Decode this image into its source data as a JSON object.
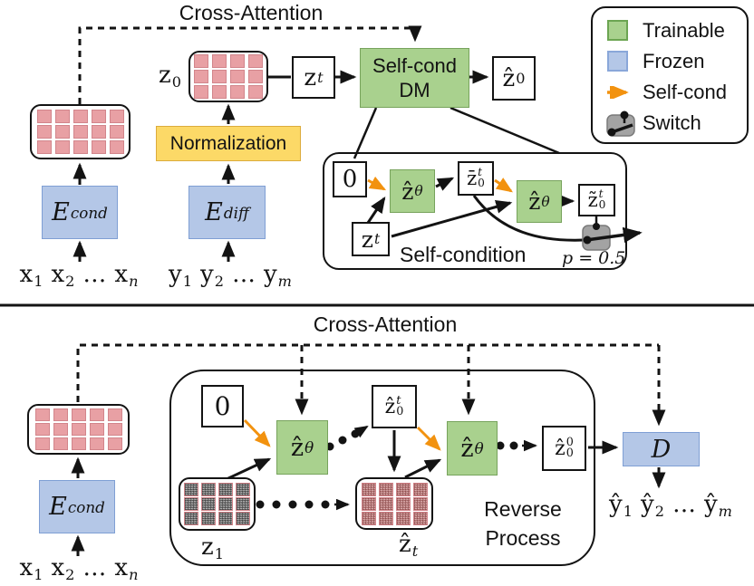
{
  "colors": {
    "trainable_green": "#a9d18e",
    "frozen_blue": "#b4c7e7",
    "normalization_yellow": "#fcd967",
    "token_pink": "#e8a0a4",
    "self_cond_orange": "#f2920f",
    "switch_gray": "#a3a3a3",
    "line_black": "#131313"
  },
  "legend": {
    "items": [
      {
        "label": "Trainable"
      },
      {
        "label": "Frozen"
      },
      {
        "label": "Self-cond"
      },
      {
        "label": "Switch"
      }
    ]
  },
  "training": {
    "title": "Cross-Attention",
    "norm_label": "Normalization",
    "dm_line1": "Self-cond",
    "dm_line2": "DM",
    "e_cond": {
      "base": "E",
      "bi": true,
      "sub": "cond"
    },
    "e_diff": {
      "base": "E",
      "bi": true,
      "sub": "diff"
    },
    "z0_label": {
      "base": "z",
      "sub": "0"
    },
    "zt_box": {
      "base": "z",
      "sub": "t"
    },
    "zhat0_box": {
      "base": "ẑ",
      "sub": "0"
    },
    "x_inputs": [
      {
        "base": "x",
        "sub": "1"
      },
      {
        "base": "x",
        "sub": "2"
      },
      {
        "base": "…"
      },
      {
        "base": "x",
        "sub": "n"
      }
    ],
    "y_inputs": [
      {
        "base": "y",
        "sub": "1"
      },
      {
        "base": "y",
        "sub": "2"
      },
      {
        "base": "…"
      },
      {
        "base": "y",
        "sub": "m"
      }
    ],
    "selfcond": {
      "label": "Self-condition",
      "p_label": "p = 0.5",
      "zero": "0",
      "zhat_theta1": {
        "base": "ẑ",
        "sub": "θ"
      },
      "zhat_theta2": {
        "base": "ẑ",
        "sub": "θ"
      },
      "zbar0t": {
        "base": "z̄",
        "sub": "0",
        "sup": "t"
      },
      "ztilde0t": {
        "base": "z̃",
        "sub": "0",
        "sup": "t"
      },
      "zt": {
        "base": "z",
        "sub": "t"
      }
    }
  },
  "inference": {
    "title": "Cross-Attention",
    "e_cond": {
      "base": "E",
      "bi": true,
      "sub": "cond"
    },
    "decoder": {
      "base": "D",
      "bi": true
    },
    "x_inputs": [
      {
        "base": "x",
        "sub": "1"
      },
      {
        "base": "x",
        "sub": "2"
      },
      {
        "base": "…"
      },
      {
        "base": "x",
        "sub": "n"
      }
    ],
    "y_outputs": [
      {
        "base": "ŷ",
        "sub": "1"
      },
      {
        "base": "ŷ",
        "sub": "2"
      },
      {
        "base": "…"
      },
      {
        "base": "ŷ",
        "sub": "m"
      }
    ],
    "reverse": {
      "label_line1": "Reverse",
      "label_line2": "Process",
      "zero": "0",
      "zhat_theta1": {
        "base": "ẑ",
        "sub": "θ"
      },
      "zhat_theta2": {
        "base": "ẑ",
        "sub": "θ"
      },
      "zhat0t": {
        "base": "ẑ",
        "sub": "0",
        "sup": "t"
      },
      "zhat00": {
        "base": "ẑ",
        "sub": "0",
        "sup": "0"
      },
      "z1_label": {
        "base": "z",
        "sub": "1"
      },
      "zhatt_label": {
        "base": "ẑ",
        "sub": "t"
      }
    }
  }
}
